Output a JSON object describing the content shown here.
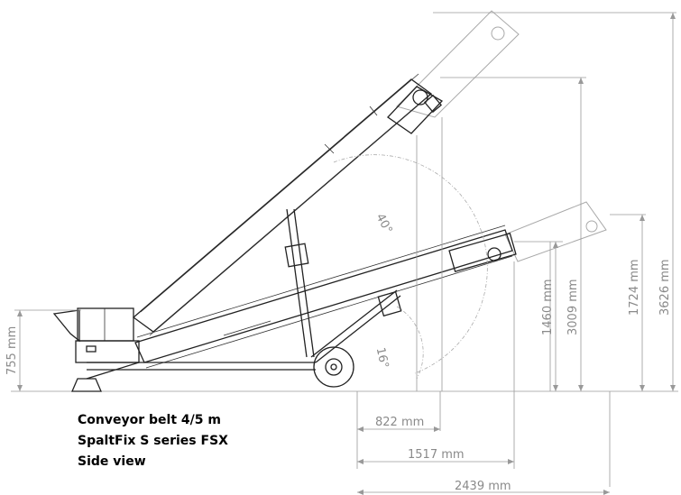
{
  "caption": {
    "line1": "Conveyor belt 4/5 m",
    "line2": "SpaltFix S series FSX",
    "line3": "Side view"
  },
  "dimensions": {
    "infeed_height": "755 mm",
    "upper_height_1": "3626 mm",
    "upper_height_2": "3009 mm",
    "lower_height_1": "1724 mm",
    "lower_height_2": "1460 mm",
    "reach_1": "822 mm",
    "reach_2": "1517 mm",
    "reach_3": "2439 mm"
  },
  "angles": {
    "max": "40°",
    "min": "16°"
  }
}
